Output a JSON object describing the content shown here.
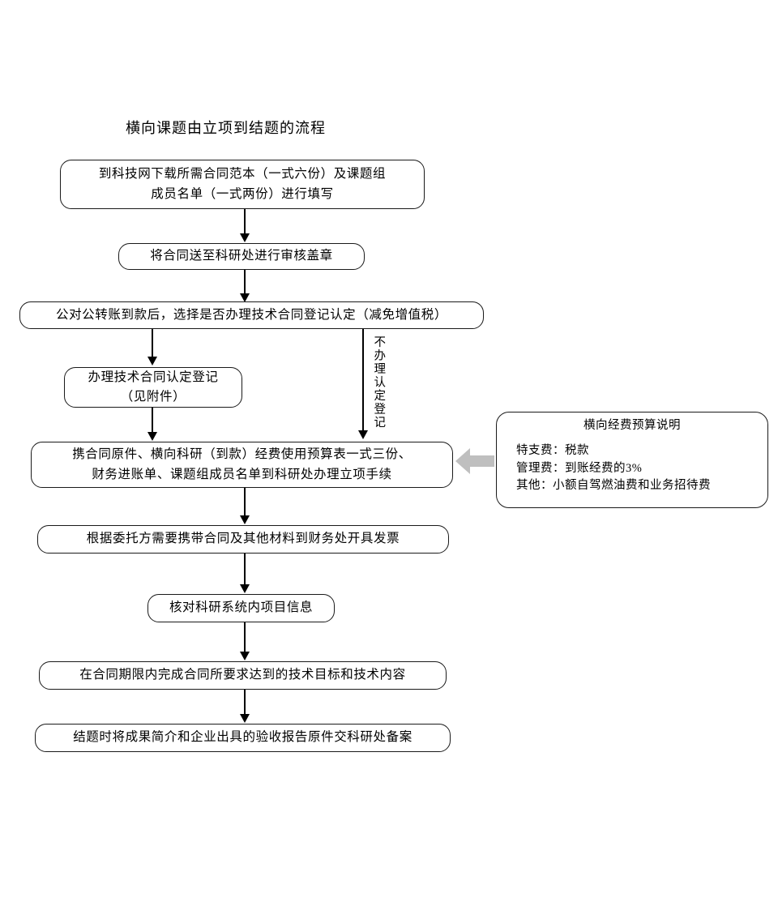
{
  "document": {
    "title": "横向课题由立项到结题的流程",
    "type": "flowchart"
  },
  "flow": {
    "nodes": [
      {
        "id": "download-contract",
        "lines": [
          "到科技网下载所需合同范本（一式六份）及课题组",
          "成员名单（一式两份）进行填写"
        ]
      },
      {
        "id": "submit-for-seal",
        "lines": [
          "将合同送至科研处进行审核盖章"
        ]
      },
      {
        "id": "decide-registration",
        "lines": [
          "公对公转账到款后，选择是否办理技术合同登记认定（减免增值税）"
        ]
      },
      {
        "id": "do-registration",
        "lines": [
          "办理技术合同认定登记",
          "（见附件）"
        ]
      },
      {
        "id": "project-setup",
        "lines": [
          "携合同原件、横向科研（到款）经费使用预算表一式三份、",
          "财务进账单、课题组成员名单到科研处办理立项手续"
        ]
      },
      {
        "id": "issue-invoice",
        "lines": [
          "根据委托方需要携带合同及其他材料到财务处开具发票"
        ]
      },
      {
        "id": "verify-info",
        "lines": [
          "核对科研系统内项目信息"
        ]
      },
      {
        "id": "complete-goals",
        "lines": [
          "在合同期限内完成合同所要求达到的技术目标和技术内容"
        ]
      },
      {
        "id": "file-report",
        "lines": [
          "结题时将成果简介和企业出具的验收报告原件交科研处备案"
        ]
      }
    ],
    "branch_label": "不办理认定登记"
  },
  "note": {
    "title": "横向经费预算说明",
    "lines": [
      "特支费：税款",
      "管理费：到账经费的3%",
      "其他：小额自驾燃油费和业务招待费"
    ]
  },
  "colors": {
    "background": "#ffffff",
    "stroke": "#1a1a1a",
    "text": "#000000",
    "block_arrow": "#bfbfbf"
  }
}
